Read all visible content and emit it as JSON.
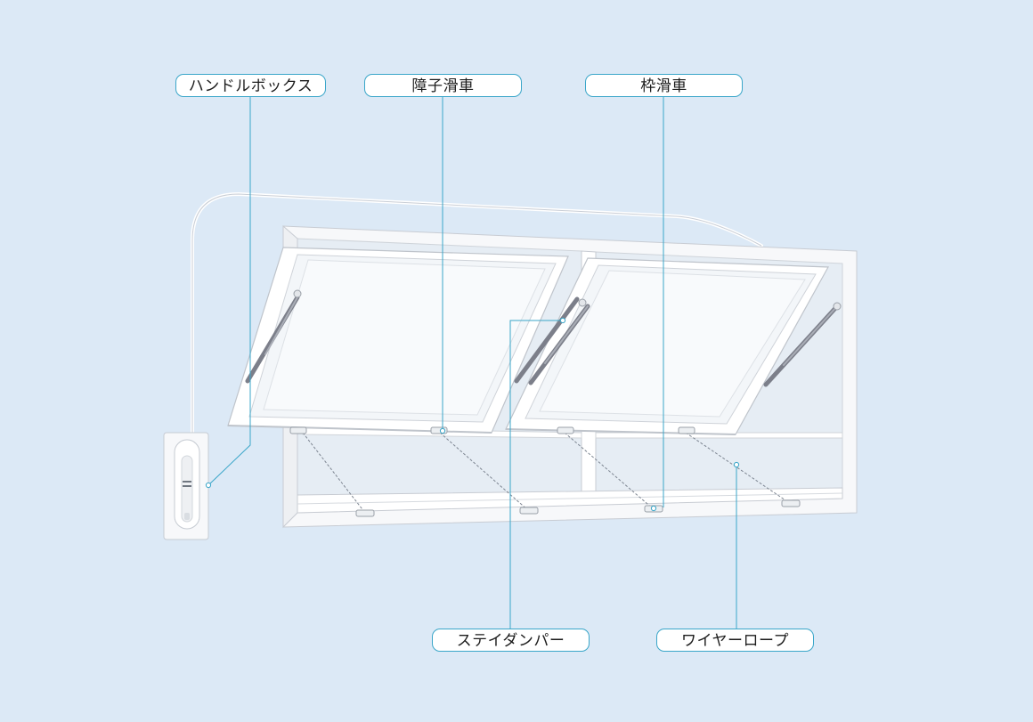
{
  "callouts": {
    "handle_box": "ハンドルボックス",
    "sash_pulley": "障子滑車",
    "frame_pulley": "枠滑車",
    "stay_damper": "ステイダンパー",
    "wire_rope": "ワイヤーロープ"
  },
  "colors": {
    "background": "#dce9f6",
    "leader_line": "#3aa6c9",
    "label_border": "#3aa6c9",
    "frame": "#ffffff",
    "glass": "#f4f6f8",
    "damper": "#7c7f8a"
  }
}
